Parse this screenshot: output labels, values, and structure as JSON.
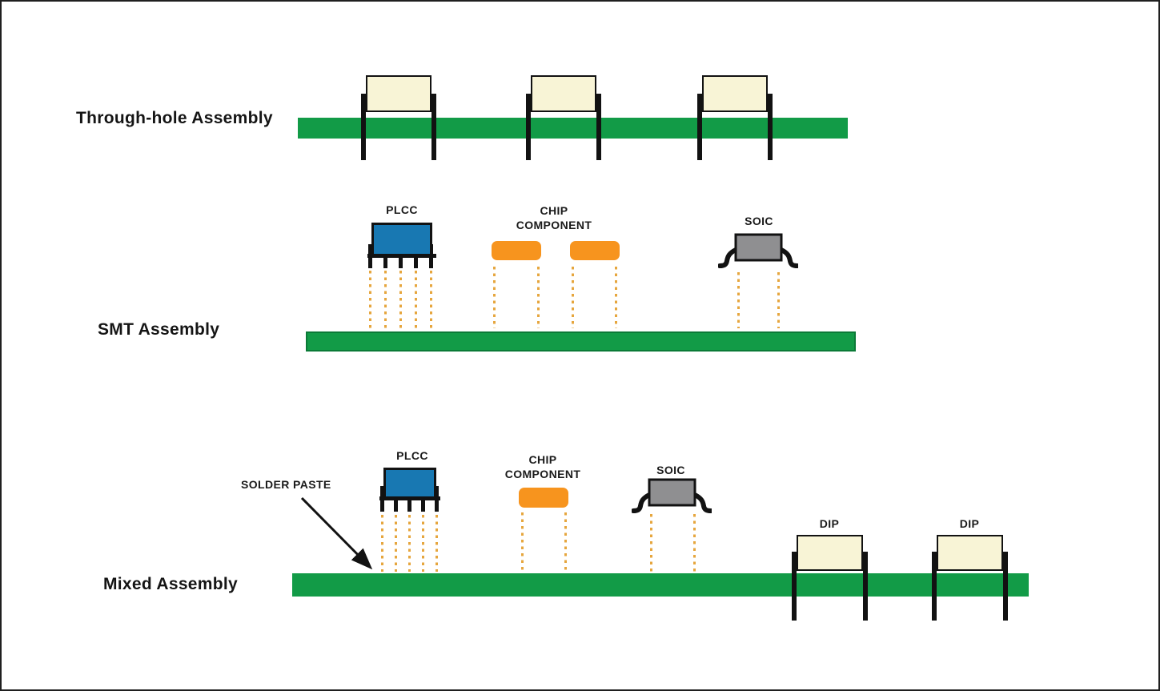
{
  "sections": {
    "through_hole": {
      "label": "Through-hole Assembly"
    },
    "smt": {
      "label": "SMT Assembly",
      "plcc": "PLCC",
      "chip_line1": "CHIP",
      "chip_line2": "COMPONENT",
      "soic": "SOIC"
    },
    "mixed": {
      "label": "Mixed Assembly",
      "solder_paste": "SOLDER PASTE",
      "plcc": "PLCC",
      "chip_line1": "CHIP",
      "chip_line2": "COMPONENT",
      "soic": "SOIC",
      "dip_left": "DIP",
      "dip_right": "DIP"
    }
  },
  "colors": {
    "board_green": "#129B47",
    "board_green_dark": "#0B7A37",
    "component_cream": "#F8F4D6",
    "plcc_blue": "#1878B2",
    "chip_orange": "#F7941E",
    "soic_gray": "#8F8F91",
    "solder_paste_dot": "#E6A63E",
    "outline": "#121212"
  }
}
